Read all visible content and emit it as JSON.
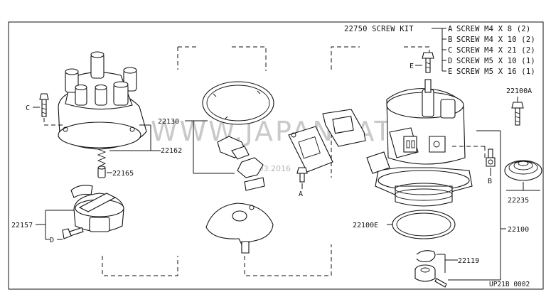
{
  "watermark": "WWW.JAPANCATS.RU",
  "date_stamp": "01.03.2016",
  "diagram_ref": "UP21B 0002",
  "screw_kit": {
    "title": "22750 SCREW KIT",
    "items": [
      {
        "letter": "A",
        "text": "SCREW M4 X  8 (2)"
      },
      {
        "letter": "B",
        "text": "SCREW M4 X 10 (2)"
      },
      {
        "letter": "C",
        "text": "SCREW M4 X 21 (2)"
      },
      {
        "letter": "D",
        "text": "SCREW M5 X 10 (1)"
      },
      {
        "letter": "E",
        "text": "SCREW M5 X 16 (1)"
      }
    ]
  },
  "parts": {
    "p22162": "22162",
    "p22165": "22165",
    "p22157": "22157",
    "p22130": "22130",
    "p22100A": "22100A",
    "p22235": "22235",
    "p22100E": "22100E",
    "p22119": "22119",
    "p22100": "22100"
  },
  "screw_letters": {
    "a": "A",
    "b": "B",
    "c": "C",
    "d": "D",
    "e": "E"
  }
}
